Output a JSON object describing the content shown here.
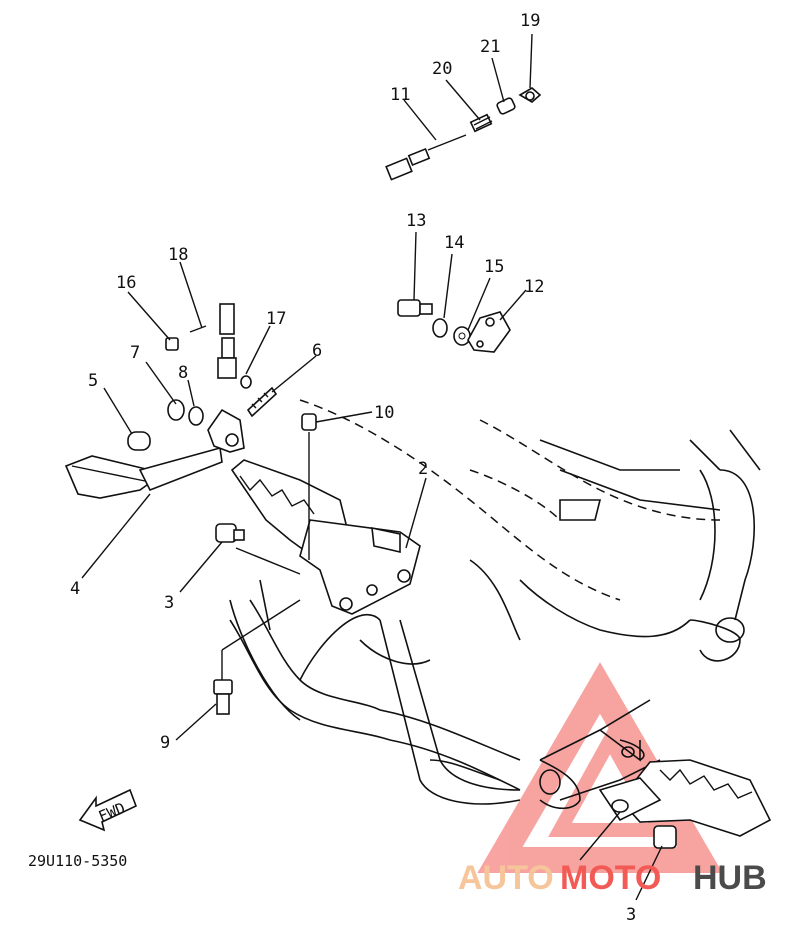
{
  "diagram": {
    "callouts": {
      "n19": "19",
      "n21": "21",
      "n20": "20",
      "n11": "11",
      "n13": "13",
      "n14": "14",
      "n15": "15",
      "n12": "12",
      "n18": "18",
      "n16": "16",
      "n17": "17",
      "n6": "6",
      "n7": "7",
      "n5": "5",
      "n8": "8",
      "n10": "10",
      "n2": "2",
      "n4": "4",
      "n3a": "3",
      "n9": "9",
      "n3b": "3"
    },
    "fwd_label": "FWD",
    "part_code": "29U110-5350"
  },
  "watermark": {
    "part1": "AUTO",
    "part2": "MOTO",
    "part3": "HUB",
    "colors": {
      "auto": "#f7c59a",
      "moto": "#f25a55",
      "hub": "#4b4b4b",
      "triangle": "#f25a55"
    }
  }
}
